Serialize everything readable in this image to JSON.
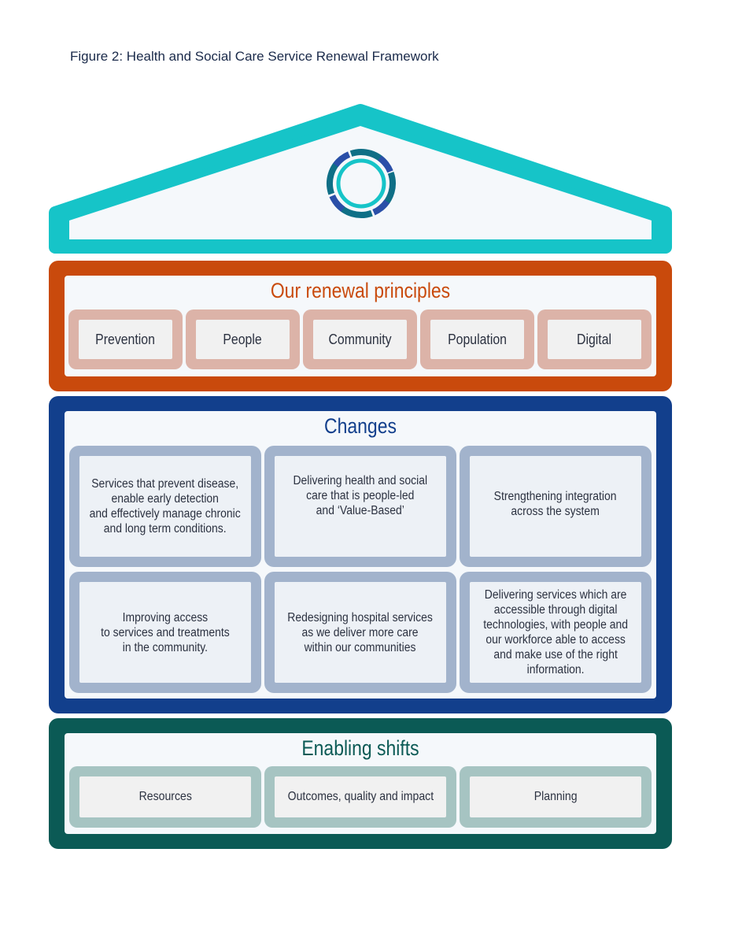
{
  "caption": "Figure 2: Health and Social Care Service Renewal Framework",
  "colors": {
    "roof": "#16c4c8",
    "principles": "#c94a0c",
    "principles_pill": "#dcb3a8",
    "changes": "#123f8c",
    "changes_card": "#a2b3cc",
    "enabling": "#0b5a55",
    "enabling_pill": "#a6c4c2"
  },
  "roof": {
    "logo": "ring-logo-icon"
  },
  "principles": {
    "title": "Our renewal principles",
    "items": [
      "Prevention",
      "People",
      "Community",
      "Population",
      "Digital"
    ]
  },
  "changes": {
    "title": "Changes",
    "items": [
      "Services that prevent disease,\nenable early detection\nand effectively manage chronic\nand long term conditions.",
      "Delivering health and social\ncare that is people-led\nand ‘Value-Based’",
      "Strengthening integration\nacross the system",
      "Improving access\nto services and treatments\nin the community.",
      "Redesigning hospital services\nas we deliver more care\nwithin our communities",
      "Delivering services which are\naccessible through digital\ntechnologies, with people and\nour workforce able to access\nand make use of the right\ninformation."
    ]
  },
  "enabling": {
    "title": "Enabling shifts",
    "items": [
      "Resources",
      "Outcomes, quality and impact",
      "Planning"
    ]
  }
}
